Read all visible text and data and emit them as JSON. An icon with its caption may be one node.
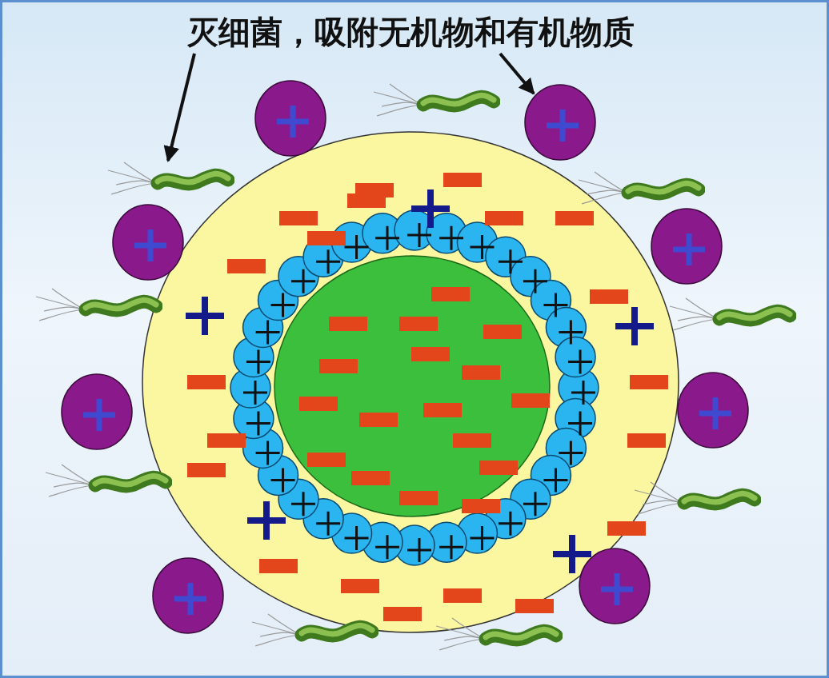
{
  "diagram": {
    "nodes": [
      {
        "text": [
          "灭细菌，吸附无机物和有机物质"
        ]
      },
      {
        "text": [],
        "shape": "circle"
      },
      {
        "text": [],
        "shape": "circle"
      },
      {
        "text": [],
        "shape": "circle"
      },
      {
        "text": [],
        "shape": "circle"
      },
      {
        "text": [],
        "shape": "circle"
      },
      {
        "text": [],
        "shape": "circle"
      },
      {
        "text": [],
        "shape": "circle"
      },
      {
        "text": [],
        "shape": "circle"
      },
      {
        "text": [],
        "shape": "picture"
      },
      {
        "text": [],
        "shape": "picture"
      },
      {
        "text": [],
        "shape": "picture"
      },
      {
        "text": [],
        "shape": "picture"
      },
      {
        "text": [],
        "shape": "picture"
      },
      {
        "text": [],
        "shape": "picture"
      },
      {
        "text": [],
        "shape": "picture"
      },
      {
        "text": [],
        "shape": "picture"
      },
      {
        "text": [],
        "shape": "picture"
      }
    ],
    "edges": [
      {
        "from": 0,
        "to": 10,
        "arrow": "to"
      },
      {
        "from": 0,
        "to": 2,
        "arrow": "to"
      }
    ]
  }
}
